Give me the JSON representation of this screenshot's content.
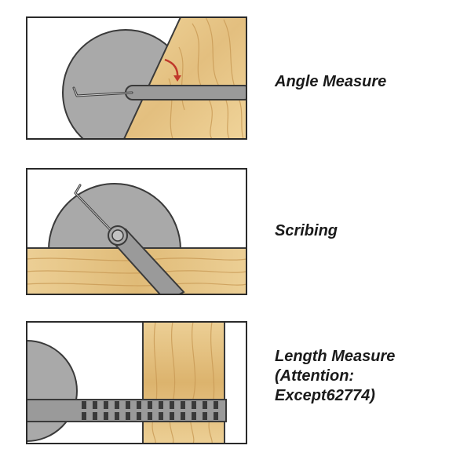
{
  "panels": [
    {
      "id": "angle",
      "caption_lines": [
        "Angle Measure"
      ]
    },
    {
      "id": "scribing",
      "caption_lines": [
        "Scribing"
      ]
    },
    {
      "id": "length",
      "caption_lines": [
        "Length Measure",
        "(Attention:",
        "Except62774)"
      ]
    }
  ],
  "colors": {
    "frame": "#2a2a2a",
    "background": "#ffffff",
    "protractor_fill": "#a9a9a9",
    "protractor_stroke": "#3a3a3a",
    "wood_light": "#e8c98e",
    "wood_dark": "#c99a55",
    "arrow": "#c0392b",
    "caption_text": "#1a1a1a"
  }
}
